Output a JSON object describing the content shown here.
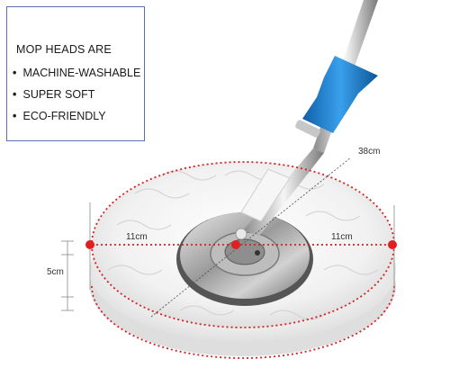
{
  "info": {
    "title": "MOP HEADS ARE",
    "features": [
      {
        "bullet": "•",
        "text": "MACHINE-WASHABLE"
      },
      {
        "bullet": "•",
        "text": "SUPER SOFT"
      },
      {
        "bullet": "•",
        "text": "ECO-FRIENDLY"
      }
    ]
  },
  "dimensions": {
    "diagonal": "38cm",
    "left_radius": "11cm",
    "right_radius": "11cm",
    "height": "5cm"
  },
  "colors": {
    "box_border": "#5a6fb0",
    "dimension_line": "#d42020",
    "handle_blue": "#1e7fd0",
    "mop_fiber": "#f2f2f2"
  }
}
